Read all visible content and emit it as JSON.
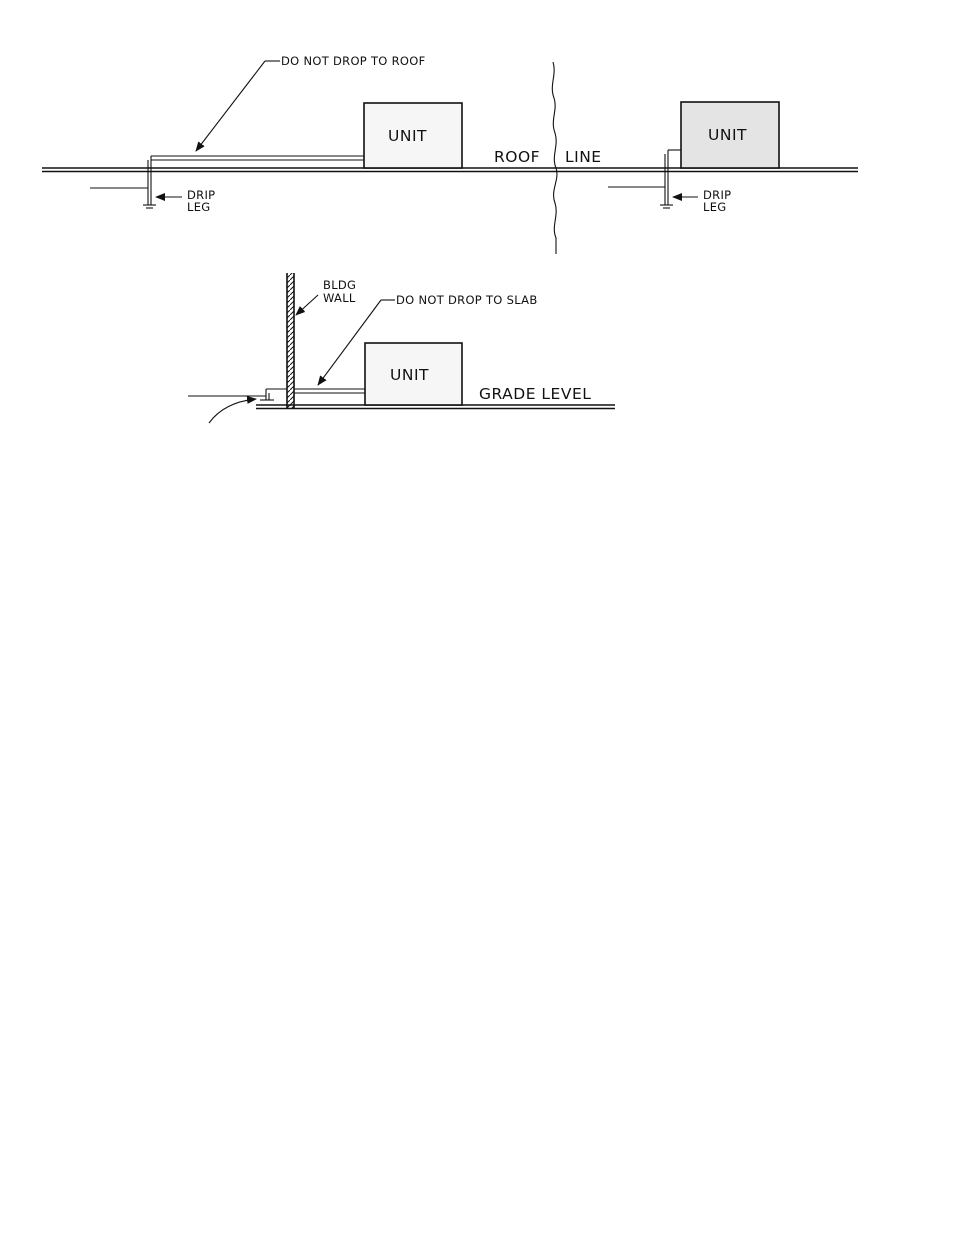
{
  "diagram": {
    "top_left": {
      "callout": "DO NOT DROP TO ROOF",
      "unit_label": "UNIT",
      "drip_leg_line1": "DRIP",
      "drip_leg_line2": "LEG"
    },
    "roof_line": {
      "left_word": "ROOF",
      "right_word": "LINE"
    },
    "top_right": {
      "unit_label": "UNIT",
      "drip_leg_line1": "DRIP",
      "drip_leg_line2": "LEG"
    },
    "bottom": {
      "wall_line1": "BLDG",
      "wall_line2": "WALL",
      "callout": "DO NOT DROP TO SLAB",
      "unit_label": "UNIT",
      "ground_label": "GRADE LEVEL"
    },
    "colors": {
      "ink": "#111111",
      "unit_fill_light": "#f6f6f6",
      "unit_fill_shaded": "#e4e4e4"
    }
  }
}
